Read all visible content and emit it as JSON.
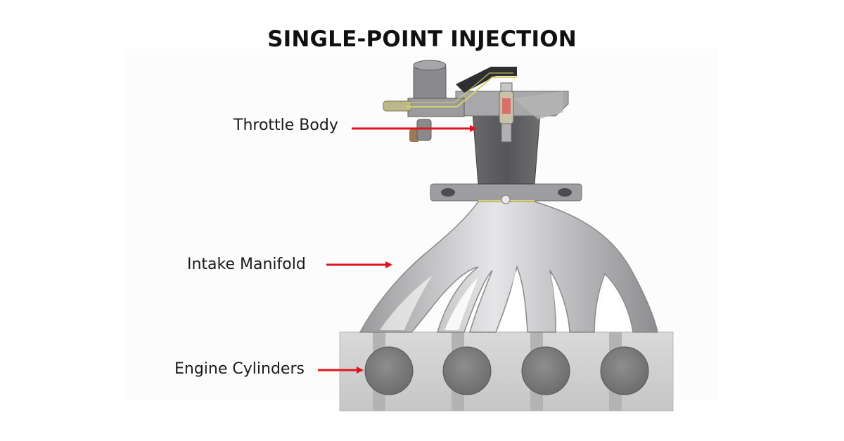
{
  "title": "SINGLE-POINT INJECTION",
  "labels": {
    "throttle_body": "Throttle Body",
    "intake_manifold": "Intake Manifold",
    "engine_cylinders": "Engine Cylinders"
  },
  "colors": {
    "arrow": "#e0141e",
    "metal": "#c4c4c6",
    "metal_dark": "#5e5e60",
    "cylinder_block": "#cfcfcf",
    "cylinder_bore": "#7f7f7f",
    "fuel_line": "#d8d26a"
  }
}
